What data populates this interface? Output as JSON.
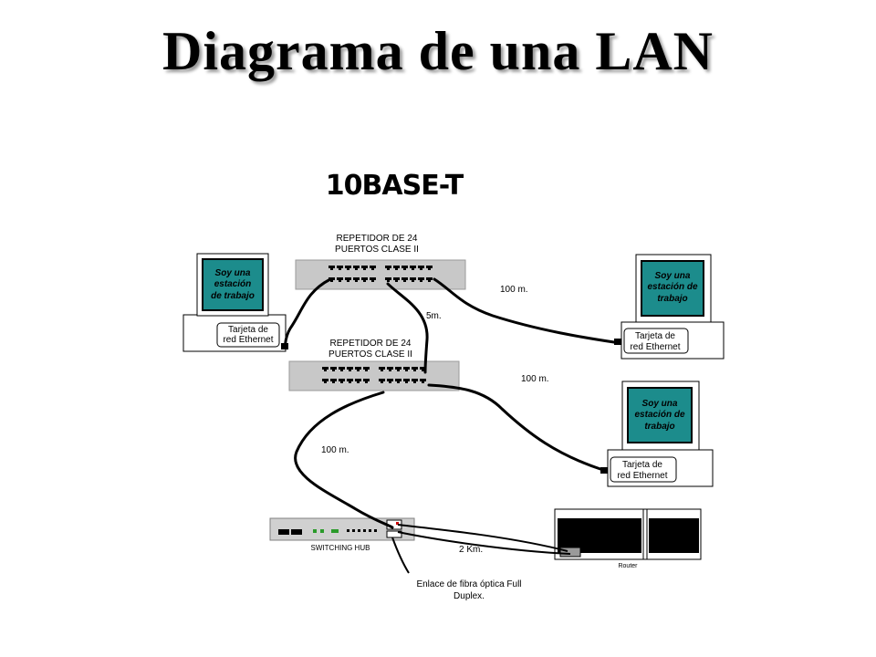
{
  "title": "Diagrama de una LAN",
  "subtitle": "10BASE-T",
  "repeater_top": {
    "line1": "REPETIDOR DE 24",
    "line2": "PUERTOS CLASE II"
  },
  "repeater_bottom": {
    "line1": "REPETIDOR DE 24",
    "line2": "PUERTOS CLASE II"
  },
  "workstation_left": {
    "screen": [
      "Soy una",
      "estación",
      "de trabajo"
    ],
    "card": [
      "Tarjeta de",
      "red Ethernet"
    ]
  },
  "workstation_right_top": {
    "screen": [
      "Soy una",
      "estación de",
      "trabajo"
    ],
    "card": [
      "Tarjeta de",
      "red Ethernet"
    ]
  },
  "workstation_right_bottom": {
    "screen": [
      "Soy una",
      "estación de",
      "trabajo"
    ],
    "card": [
      "Tarjeta de",
      "red Ethernet"
    ]
  },
  "distances": {
    "top_right": "100 m.",
    "between_repeaters": "5m.",
    "bottom_right": "100 m.",
    "to_hub": "100 m.",
    "fiber": "2 Km."
  },
  "switching_hub_label": "SWITCHING HUB",
  "router_label": "Router",
  "fiber_caption": [
    "Enlace de fibra óptica Full",
    "Duplex."
  ],
  "colors": {
    "screen": "#1c8c8c",
    "device_gray": "#c8c8c8"
  }
}
